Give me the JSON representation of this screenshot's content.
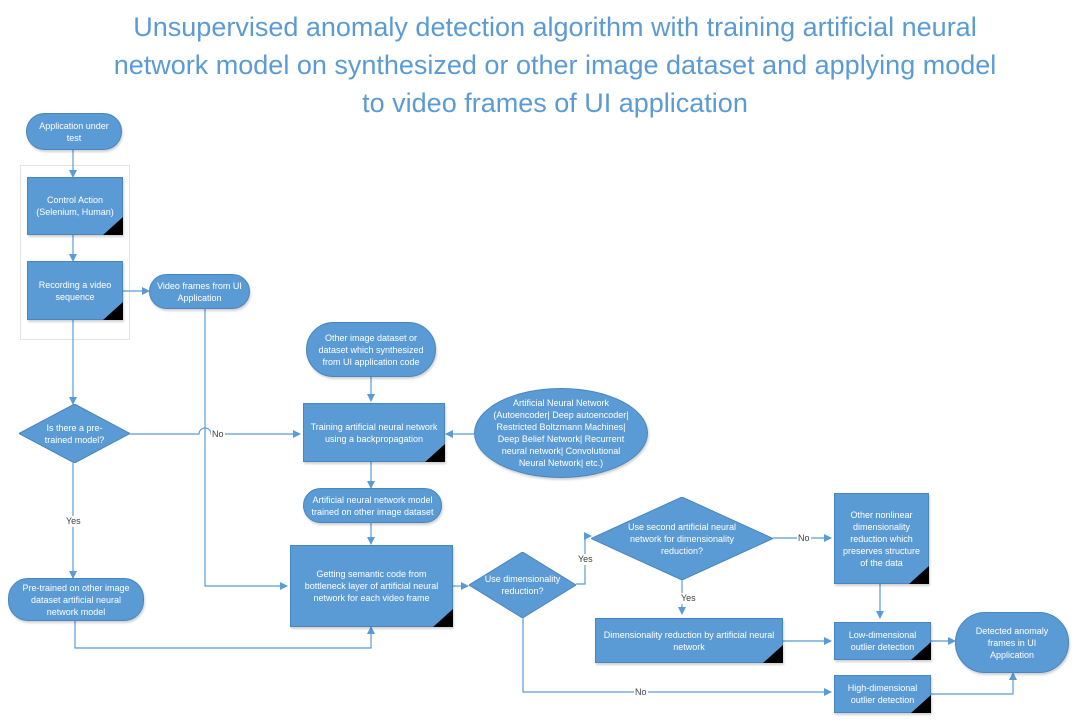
{
  "title": {
    "line1": "Unsupervised anomaly detection algorithm with training artificial neural",
    "line2": "network model on synthesized or other image dataset and applying model",
    "line3": "to video frames of UI application"
  },
  "nodes": {
    "app_under_test": "Application under test",
    "control_action": "Control Action (Selenium, Human)",
    "recording_video": "Recording a video sequence",
    "video_frames": "Video frames from UI Application",
    "pretrained_question": "Is there a pre-trained model?",
    "pretrained_model": "Pre-trained on other image dataset artificial neural network model",
    "other_dataset": "Other image dataset or dataset which  synthesized from UI application code",
    "training_ann": "Training artificial neural network using a backpropagation",
    "ann_types": "Artificial Neural Network (Autoencoder| Deep autoencoder| Restricted Boltzmann Machines| Deep Belief Network| Recurrent neural network| Convolutional Neural Network| etc.)",
    "ann_trained": "Artificial neural network model trained on other image dataset",
    "semantic_code": "Getting semantic code from bottleneck layer of artificial neural network for each video frame",
    "use_dim_reduction": "Use dimensionality reduction?",
    "use_second_ann": "Use second artificial neural network for dimensionality reduction?",
    "other_nonlinear": "Other nonlinear dimensionality reduction which preserves structure of the data",
    "dim_reduction_ann": "Dimensionality reduction by artificial neural network",
    "low_dim_outlier": "Low-dimensional outlier detection",
    "high_dim_outlier": "High-dimensional outlier detection",
    "detected_anomaly": "Detected anomaly frames in UI Application"
  },
  "edge_labels": {
    "no_pretrained": "No",
    "yes_pretrained": "Yes",
    "yes_dim": "Yes",
    "no_dim": "No",
    "yes_second": "Yes",
    "no_second": "No"
  },
  "colors": {
    "node_fill": "#5b9bd5",
    "title": "#5b9bd5",
    "connector": "#5b9bd5",
    "label_text": "#404040"
  }
}
